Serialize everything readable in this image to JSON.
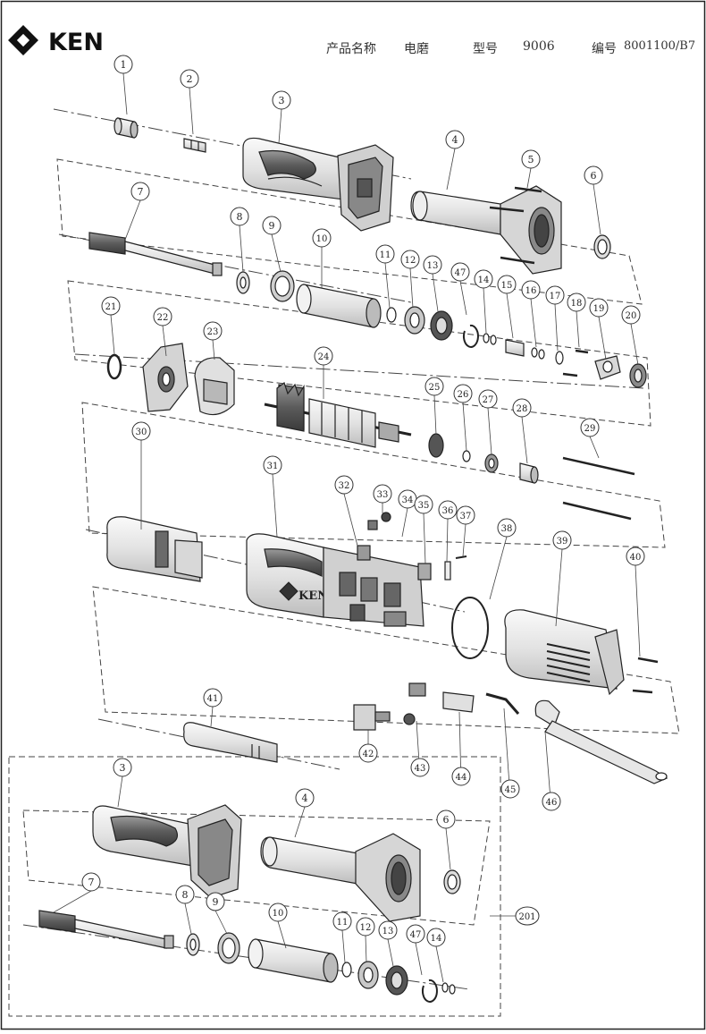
{
  "header": {
    "brand": "KEN",
    "product_name_label": "产品名称",
    "product_name": "电磨",
    "model_label": "型号",
    "model": "9006",
    "code_label": "编号",
    "code": "8001100/B7"
  },
  "callouts": [
    "1",
    "2",
    "3",
    "4",
    "5",
    "6",
    "7",
    "8",
    "9",
    "10",
    "11",
    "12",
    "13",
    "47",
    "14",
    "15",
    "16",
    "17",
    "18",
    "19",
    "20",
    "21",
    "22",
    "23",
    "24",
    "25",
    "26",
    "27",
    "28",
    "29",
    "30",
    "31",
    "32",
    "33",
    "34",
    "35",
    "36",
    "37",
    "38",
    "39",
    "40",
    "41",
    "42",
    "43",
    "44",
    "45",
    "46"
  ],
  "assembly_callouts": [
    "3",
    "4",
    "6",
    "7",
    "8",
    "9",
    "10",
    "11",
    "12",
    "13",
    "47",
    "14"
  ],
  "assembly_label": "201",
  "housing_brand": "KEN",
  "colors": {
    "line": "#222222",
    "part_fill": "#e6e6e6",
    "part_dark": "#6d6d6d",
    "accent": "#444444"
  }
}
